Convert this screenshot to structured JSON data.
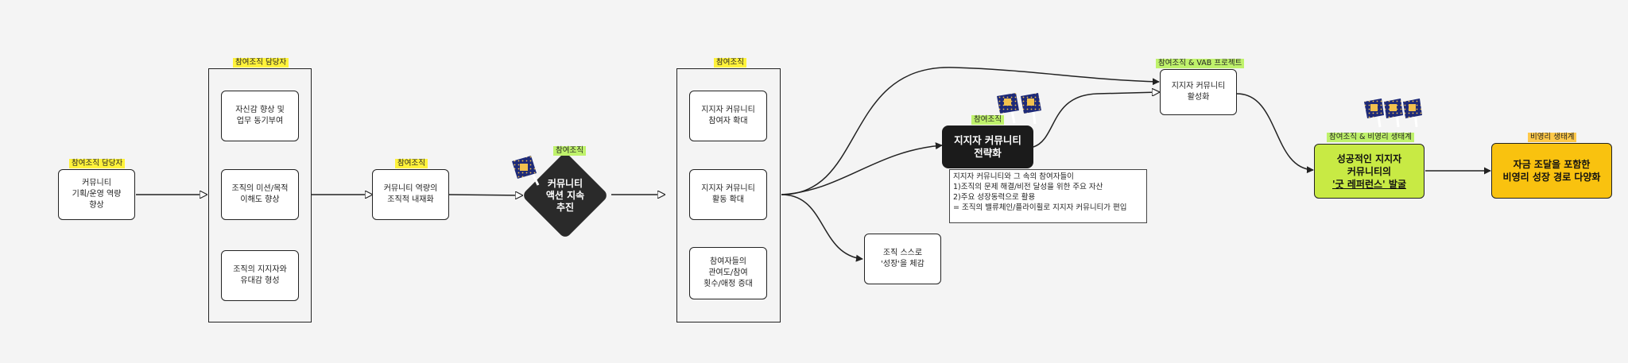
{
  "nodes": {
    "start": {
      "tag": "참여조직 담당자",
      "text": "커뮤니티\n기획/운영 역량\n향상"
    },
    "group1": {
      "tag": "참여조직 담당자",
      "items": [
        "자신감 향상 및\n업무 동기부여",
        "조직의 미션/목적\n이해도 향상",
        "조직의 지지자와\n유대감 형성"
      ]
    },
    "internalize": {
      "tag": "참여조직",
      "text": "커뮤니티 역량의\n조직적 내재화"
    },
    "decision": {
      "tag": "참여조직",
      "text": "커뮤니티\n액션 지속\n추진"
    },
    "group2": {
      "tag": "참여조직",
      "items": [
        "지지자 커뮤니티\n참여자 확대",
        "지지자 커뮤니티\n활동 확대",
        "참여자들의\n관여도/참여\n횟수/애정 증대"
      ]
    },
    "growth": {
      "text": "조직 스스로\n'성장'을 체감"
    },
    "strategy": {
      "tag": "참여조직",
      "text": "지지자 커뮤니티\n전략화",
      "note": "지지자 커뮤니티와 그 속의 참여자들이\n1)조직의 문제 해결/비전 달성을 위한 주요 자산\n2)주요 성장동력으로 활용\n= 조직의 밸류체인/플라이휠로 지지자 커뮤니티가 편입"
    },
    "activate": {
      "tag": "참여조직 & VAB 프로젝트",
      "text": "지지자 커뮤니티\n활성화"
    },
    "reference": {
      "tag": "참여조직 & 비영리 생태계",
      "line1": "성공적인 지지자",
      "line2": "커뮤니티의",
      "line3": "'굿 레퍼런스' 발굴"
    },
    "diversify": {
      "tag": "비영리 생태계",
      "text": "자금 조달을 포함한\n비영리 성장 경로 다양화"
    }
  },
  "colors": {
    "tag_yellow": "#fff23a",
    "tag_green": "#bff26b",
    "tag_orange": "#ffc94a",
    "dark_node": "#1b1b1b",
    "lime_node": "#c8ea44",
    "gold_node": "#f9c20f",
    "flag_navy": "#1e2a78",
    "flag_gold": "#f2c14e"
  },
  "icons": [
    "flag-icon"
  ]
}
